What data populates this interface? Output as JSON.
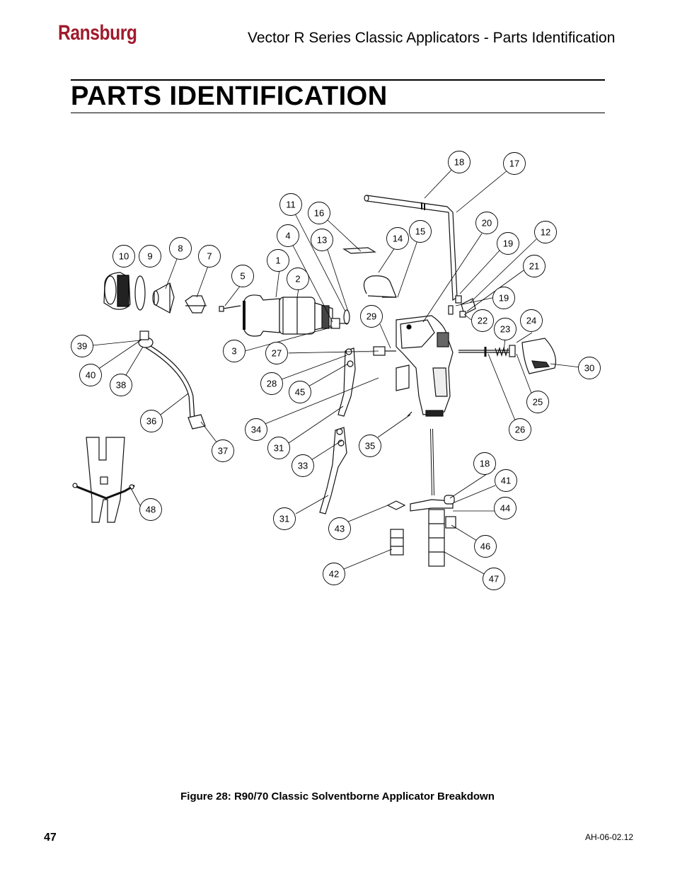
{
  "header": {
    "brand": "Ransburg",
    "title": "Vector R Series Classic Applicators - Parts Identification"
  },
  "page_title": "PARTS IDENTIFICATION",
  "figure": {
    "caption": "Figure 28:  R90/70 Classic Solventborne Applicator Breakdown",
    "callouts": [
      "18",
      "17",
      "11",
      "16",
      "20",
      "12",
      "4",
      "13",
      "14",
      "15",
      "19",
      "21",
      "10",
      "9",
      "8",
      "7",
      "1",
      "5",
      "2",
      "19",
      "29",
      "22",
      "24",
      "23",
      "39",
      "3",
      "27",
      "30",
      "40",
      "38",
      "28",
      "45",
      "25",
      "36",
      "34",
      "26",
      "31",
      "35",
      "33",
      "37",
      "18",
      "41",
      "48",
      "44",
      "31",
      "43",
      "46",
      "42",
      "47"
    ]
  },
  "footer": {
    "page_number": "47",
    "doc_code": "AH-06-02.12"
  }
}
